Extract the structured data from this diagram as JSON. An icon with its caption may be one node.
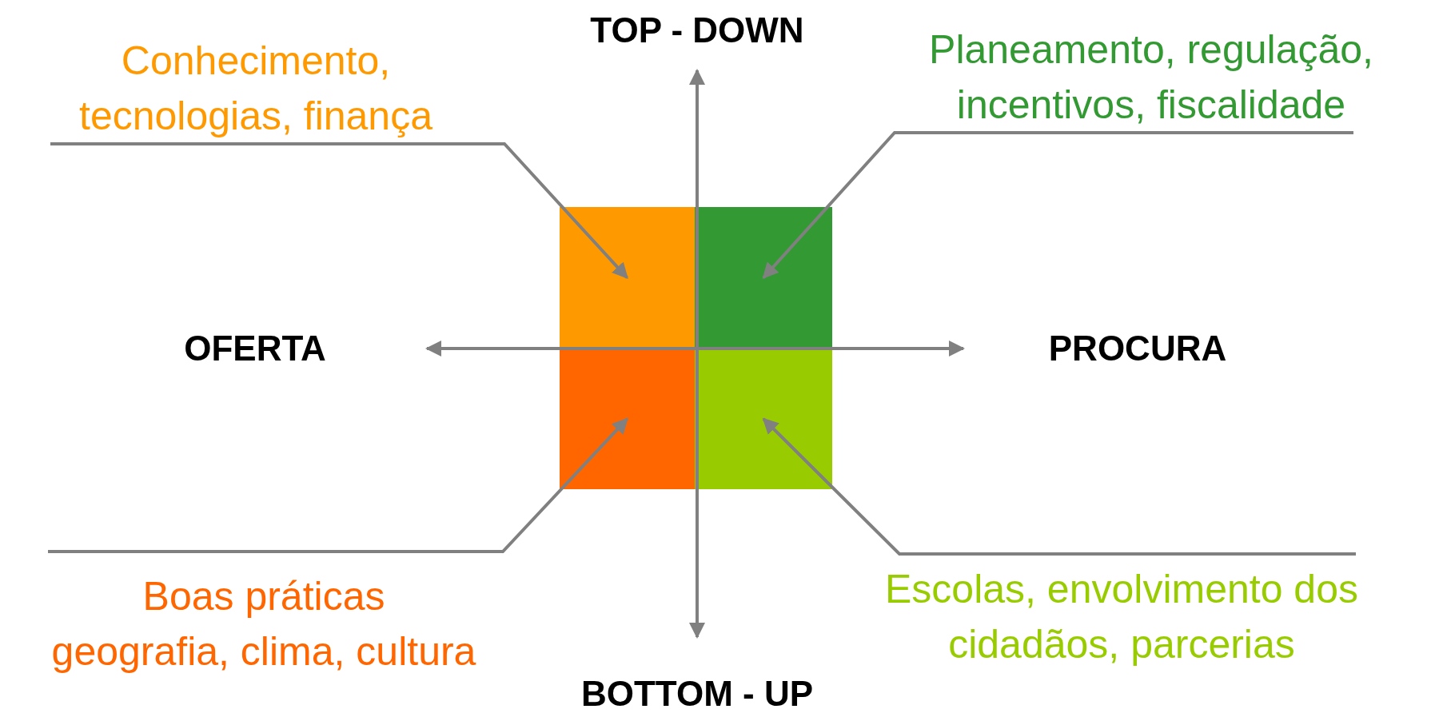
{
  "diagram": {
    "nodes": [
      {
        "text": [
          "Conhecimento, tecnologias, finança"
        ]
      },
      {
        "text": [
          "Planeamento, regulação, incentivos, fiscalidade"
        ]
      },
      {
        "text": [],
        "shape": "box"
      },
      {
        "text": [],
        "shape": "box"
      },
      {
        "text": [],
        "shape": "box"
      },
      {
        "text": [],
        "shape": "box"
      },
      {
        "text": [
          "Boas práticas",
          "geografia, clima, cultura"
        ]
      },
      {
        "text": [
          "Escolas, envolvimento dos cidadãos, parcerias"
        ]
      }
    ],
    "edges": [
      {
        "from": 0,
        "to": 2,
        "arrow": "to"
      },
      {
        "from": 1,
        "to": 3,
        "arrow": "to"
      },
      {
        "from": 6,
        "to": 4,
        "arrow": "to"
      },
      {
        "from": 7,
        "to": 5,
        "arrow": "to"
      }
    ],
    "labels": [
      "TOP - DOWN",
      "OFERTA",
      "PROCURA",
      "BOTTOM - UP"
    ]
  }
}
